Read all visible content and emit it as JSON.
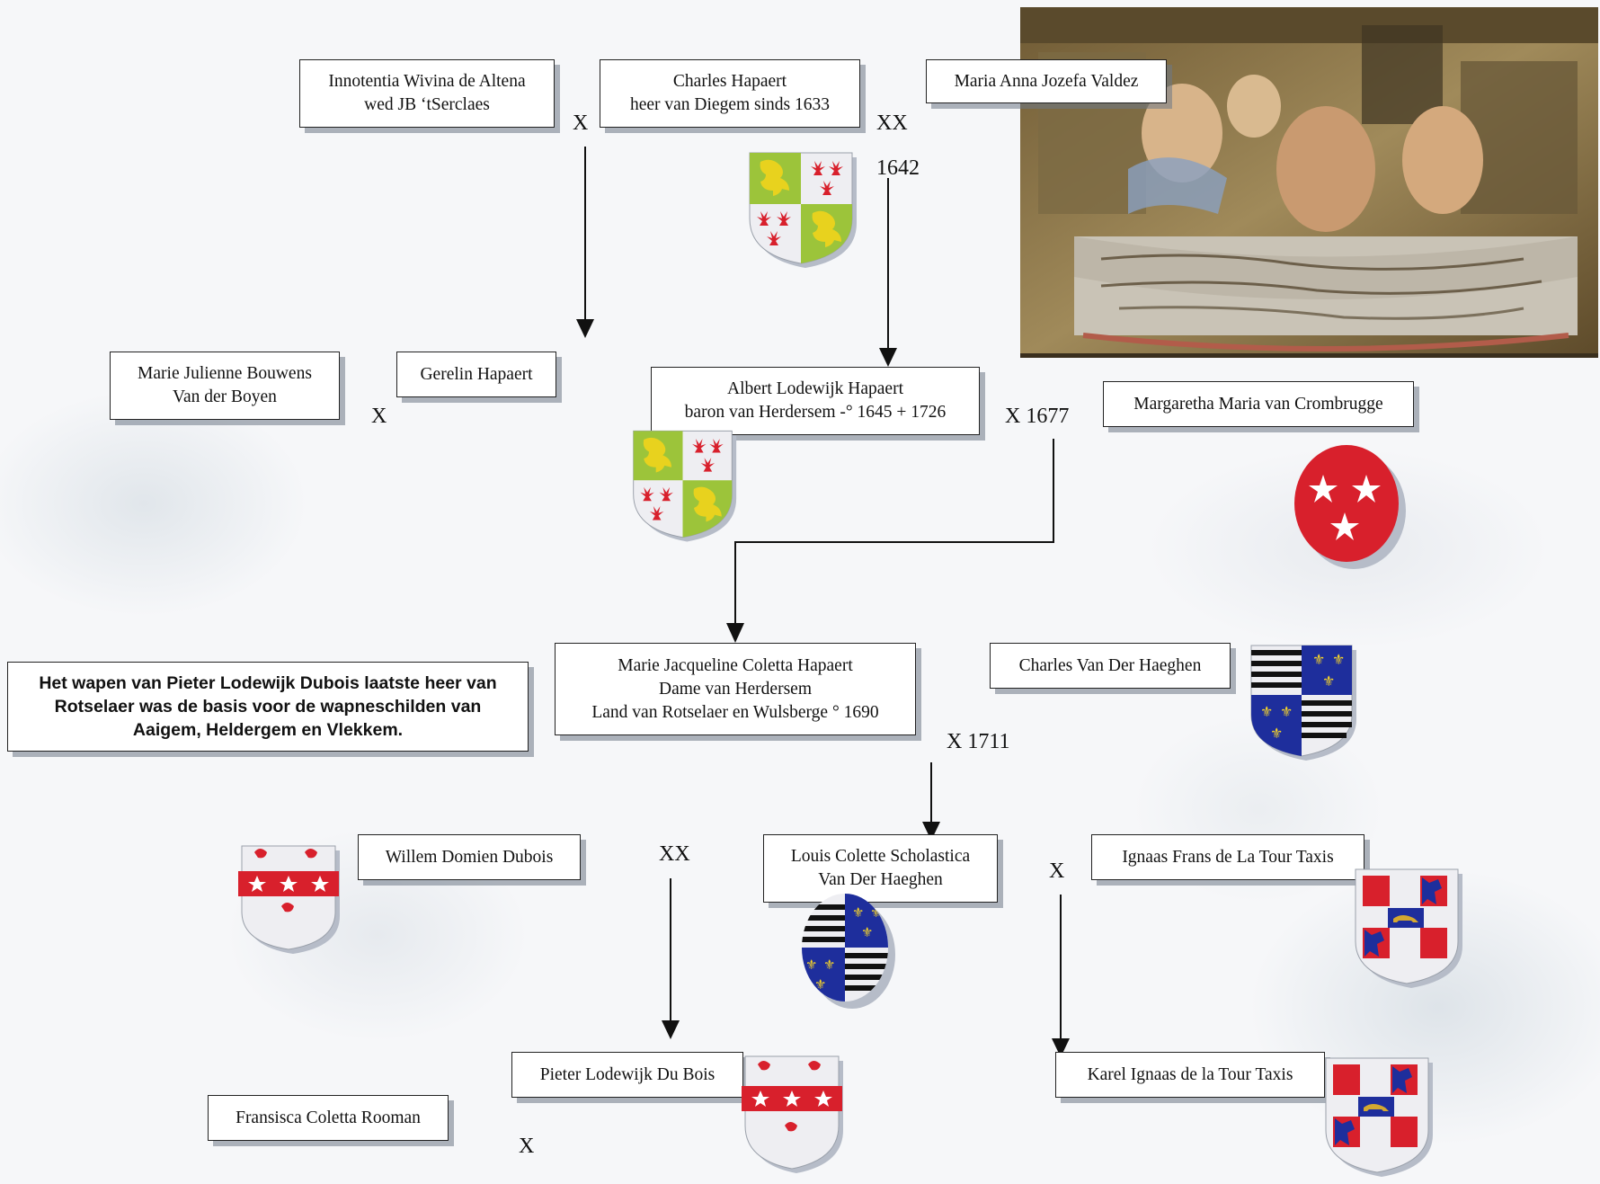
{
  "people": {
    "innotentia": {
      "line1": "Innotentia Wivina de Altena",
      "line2": "wed JB ‘tSerclaes"
    },
    "charles_hapaert": {
      "line1": "Charles Hapaert",
      "line2": "heer van Diegem sinds 1633"
    },
    "maria_valdez": {
      "line1": "Maria Anna Jozefa Valdez"
    },
    "marie_julienne": {
      "line1": "Marie Julienne Bouwens",
      "line2": "Van der Boyen"
    },
    "gerelin": {
      "line1": "Gerelin Hapaert"
    },
    "albert": {
      "line1": "Albert Lodewijk Hapaert",
      "line2": "baron van Herdersem -° 1645 + 1726"
    },
    "margaretha": {
      "line1": "Margaretha Maria van Crombrugge"
    },
    "marie_jacqueline": {
      "line1": "Marie Jacqueline Coletta Hapaert",
      "line2": "Dame van Herdersem",
      "line3": "Land van Rotselaer en Wulsberge ° 1690"
    },
    "charles_vdh": {
      "line1": "Charles Van Der Haeghen"
    },
    "willem": {
      "line1": "Willem Domien Dubois"
    },
    "louis": {
      "line1": "Louis Colette Scholastica",
      "line2": "Van Der Haeghen"
    },
    "ignaas": {
      "line1": "Ignaas Frans de La Tour Taxis"
    },
    "pieter": {
      "line1": "Pieter Lodewijk Du Bois"
    },
    "karel": {
      "line1": "Karel Ignaas de la Tour Taxis"
    },
    "fransisca": {
      "line1": "Fransisca Coletta Rooman"
    }
  },
  "marriages": {
    "m1": "X",
    "m2": "XX",
    "m2_year": "1642",
    "m3": "X",
    "m4": "X 1677",
    "m5": "X 1711",
    "m6": "XX",
    "m7": "X",
    "m8": "X"
  },
  "note": "Het wapen van Pieter Lodewijk Dubois laatste heer van Rotselaer was de basis voor de wapneschilden van Aaigem, Heldergem en Vlekkem.",
  "colors": {
    "hapaert_green": "#9cc43a",
    "hapaert_gold": "#e8d21e",
    "red": "#d8202c",
    "blue": "#1e2e9c",
    "silver": "#eeeef2"
  }
}
